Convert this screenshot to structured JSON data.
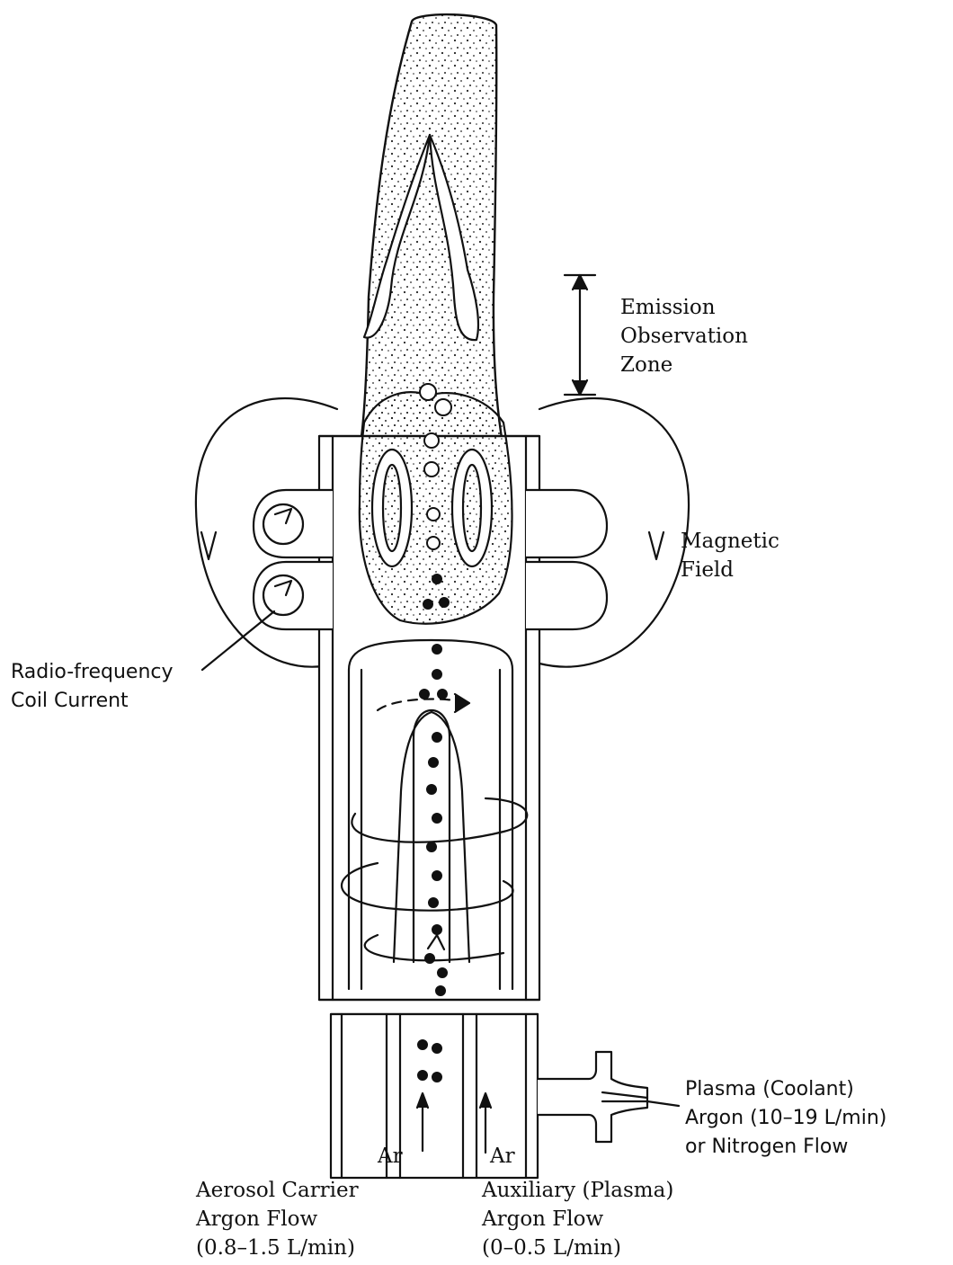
{
  "labels": {
    "emission": [
      "Emission",
      "Observation",
      "Zone"
    ],
    "magnetic": [
      "Magnetic",
      "Field"
    ],
    "rf_coil": [
      "Radio-frequency",
      "Coil Current"
    ],
    "plasma": [
      "Plasma (Coolant)",
      "Argon (10–19 L/min)",
      "or Nitrogen Flow"
    ],
    "aerosol": [
      "Aerosol Carrier",
      "Argon Flow",
      "(0.8–1.5 L/min)"
    ],
    "auxiliary": [
      "Auxiliary (Plasma)",
      "Argon Flow",
      "(0–0.5 L/min)"
    ],
    "ar_left": "Ar",
    "ar_right": "Ar"
  },
  "colors": {
    "ink": "#111111",
    "faded_text": "#e6e6e6"
  }
}
